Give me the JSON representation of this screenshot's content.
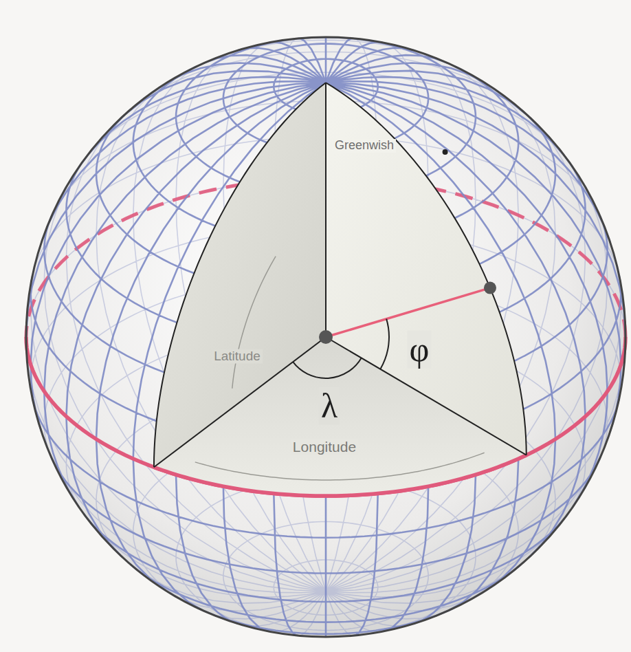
{
  "diagram": {
    "labels": [
      "Greenwish",
      "Latitude",
      "λ",
      "φ",
      "Longitude"
    ]
  }
}
